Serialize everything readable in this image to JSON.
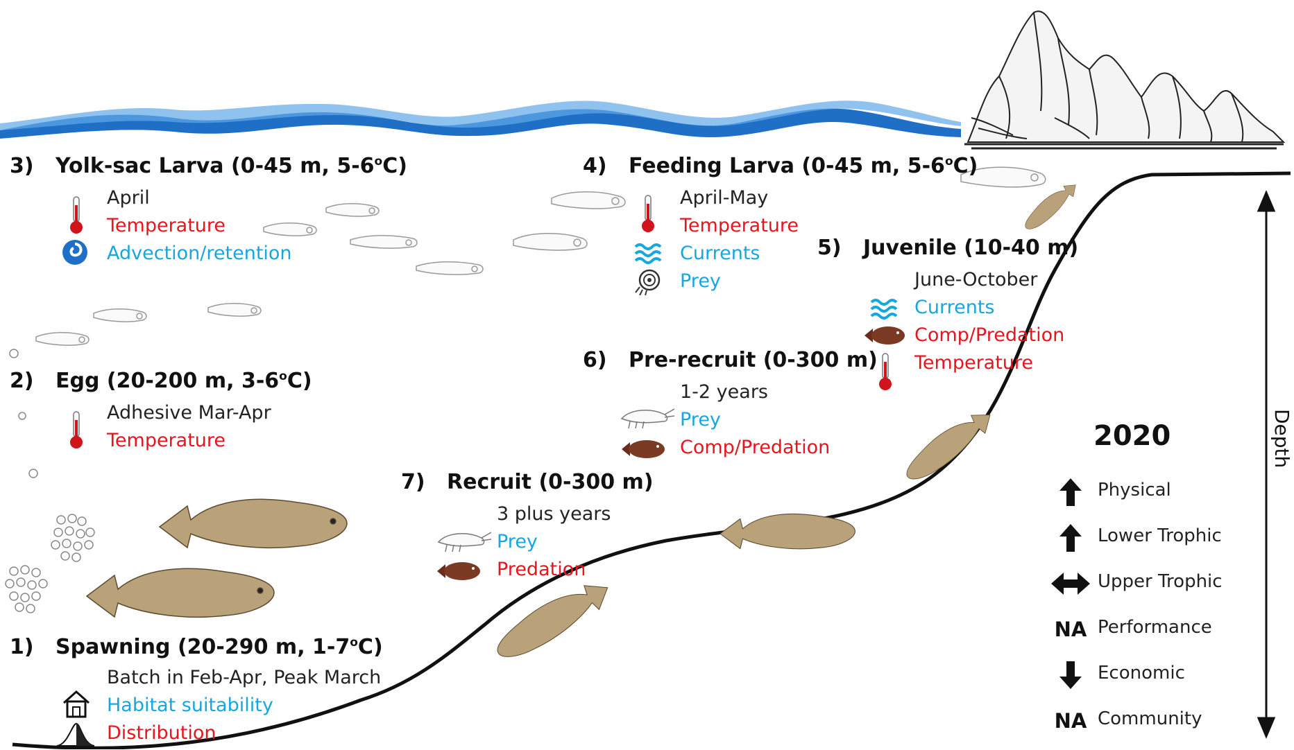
{
  "stages": {
    "s3": {
      "num": "3)",
      "title": "Yolk-sac Larva (0-45 m, 5-6",
      "deg": "o",
      "unit": "C)",
      "lines": [
        "April",
        "Temperature",
        "Advection/retention"
      ]
    },
    "s4": {
      "num": "4)",
      "title": "Feeding Larva (0-45 m, 5-6",
      "deg": "o",
      "unit": "C)",
      "lines": [
        "April-May",
        "Temperature",
        "Currents",
        "Prey"
      ]
    },
    "s5": {
      "num": "5)",
      "title": "Juvenile (10-40 m)",
      "lines": [
        "June-October",
        "Currents",
        "Comp/Predation",
        "Temperature"
      ]
    },
    "s6": {
      "num": "6)",
      "title": "Pre-recruit (0-300 m)",
      "lines": [
        "1-2 years",
        "Prey",
        "Comp/Predation"
      ]
    },
    "s2": {
      "num": "2)",
      "title": "Egg (20-200 m, 3-6",
      "deg": "o",
      "unit": "C)",
      "lines": [
        "Adhesive Mar-Apr",
        "Temperature"
      ]
    },
    "s7": {
      "num": "7)",
      "title": "Recruit (0-300 m)",
      "lines": [
        "3 plus years",
        "Prey",
        "Predation"
      ]
    },
    "s1": {
      "num": "1)",
      "title": "Spawning (20-290 m, 1-7",
      "deg": "o",
      "unit": "C)",
      "lines": [
        "Batch in Feb-Apr, Peak March",
        "Habitat suitability",
        "Distribution"
      ]
    }
  },
  "legend": {
    "year": "2020",
    "rows": [
      {
        "label": "Physical",
        "symbol": "up-arrow"
      },
      {
        "label": "Lower Trophic",
        "symbol": "up-arrow"
      },
      {
        "label": "Upper Trophic",
        "symbol": "double-arrow"
      },
      {
        "label": "Performance",
        "symbol": "NA"
      },
      {
        "label": "Economic",
        "symbol": "down-arrow"
      },
      {
        "label": "Community",
        "symbol": "NA"
      }
    ]
  },
  "depth_label": "Depth",
  "colors": {
    "red": "#e8141e",
    "blue": "#16a6e0",
    "wave": "#1f6fc6",
    "fish": "#b9a27a"
  }
}
